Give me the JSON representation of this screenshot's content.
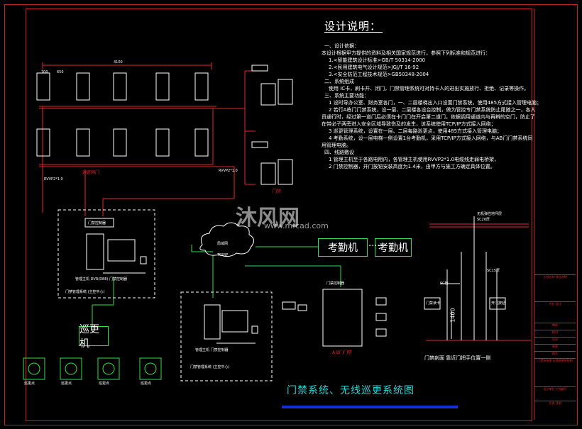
{
  "notes": {
    "title": "设计说明：",
    "lines": [
      "一、设计依据：",
      "本设计根据甲方提供的资料及相关国家规范进行，参照下列标准和规范进行：",
      "1.<智能建筑设计标准>GB/T 50314-2000",
      "2.<民用建筑电气设计规范>JGJ/T 16-92",
      "3.<安全防范工程技术规范>GB50348-2004",
      "二、系统组成",
      "使用 IC卡，刷卡开、闭门，门禁管理系统可对持卡人的进出实施放行、拒绝、记录等操作。",
      "三、系统主要功能：",
      "1 设时导办公室、财务室各门，一、二层楼梯出入口设置门禁系统，使用485方式接入管理电脑；",
      "2 若行A栋门门禁系统，设一层、二层楼各设台控制，做为管控专门禁系统防止尾随之一，各人",
      "员通行时，经过第一道门后必须在卡门门在开启第二道门，依据调用通道内与再辨的空门，防止了",
      "在带必子两旁进入安全区域导致伤及的发生，该系统使用TCP/IP方式接入网络；",
      "3 巡更管理系统，设置在一层、二层每路巡更点，使用485方式接入管理电脑；",
      "4 考勤系统，设一层电梯一侧设置1台考勤机，采用TCP/IP方式接入网络，与AB门门禁系统同",
      "用管理电脑。",
      "四、线路敷设",
      "1 管理主机至于各路电阻内，各管理主机使用RVVP2*1.0电缆线走弱电桥架，",
      "2 门禁控制器，开门按钮安装高度为1.4米，由甲方与施工方确定具体位置。"
    ]
  },
  "left_diagram": {
    "dimension_top": "4100",
    "dim_small_a": "700",
    "dim_small_b": "650",
    "turnstile_area_label": "通道闸门",
    "cable_label_a": "RVVP2*1.0",
    "cable_label_b": "RVVP2*1.0",
    "reader_label": "门禁",
    "pc1_screen_label": "门禁控制器",
    "pc1_caption": "管理主机 DVR(D88) 门禁控制器",
    "pc1_box_caption": "门禁管理系统 (主控中心)",
    "network_label_a": "局域网",
    "network_label_b": "TCP/IP",
    "kq_a": "考勤机",
    "dots": "·····",
    "kq_b": "考勤机",
    "patrol": "巡更机",
    "patrol_points": [
      "巡更点",
      "巡更点",
      "巡更点",
      "巡更点"
    ],
    "pc2_caption": "管理主机  门禁控制器",
    "pc2_box_caption": "门禁管理系统 (主控中心)",
    "ab_door_label": "A.B门门禁",
    "controller_label": "门禁控制器"
  },
  "section": {
    "label_top": "无机弹性地坪层",
    "label_top2": "SC20厚",
    "label_mid": "SC15厚",
    "label_left": "门禁读卡",
    "label_right": "开门按钮",
    "label_mid2": "SC管",
    "height_dim": "1400",
    "caption": "门禁剖面  靠近门把手位置一侧"
  },
  "title_block": {
    "cells": [
      "工程名称 项目名称",
      "专业 设计",
      "审核",
      "校对",
      "设计",
      "制图",
      "图号",
      "门禁系统图 无线巡更系统图",
      "设计单位 工程编号",
      "比例 日期"
    ]
  },
  "drawing_title": "门禁系统、无线巡更系统图",
  "watermark": {
    "brand": "沐风网",
    "url": "www.mfcad.com"
  },
  "colors": {
    "red": "#e3262b",
    "green": "#2ee04a",
    "cyan": "#2ad6d6",
    "white": "#ffffff",
    "blue": "#1a2ed6"
  }
}
